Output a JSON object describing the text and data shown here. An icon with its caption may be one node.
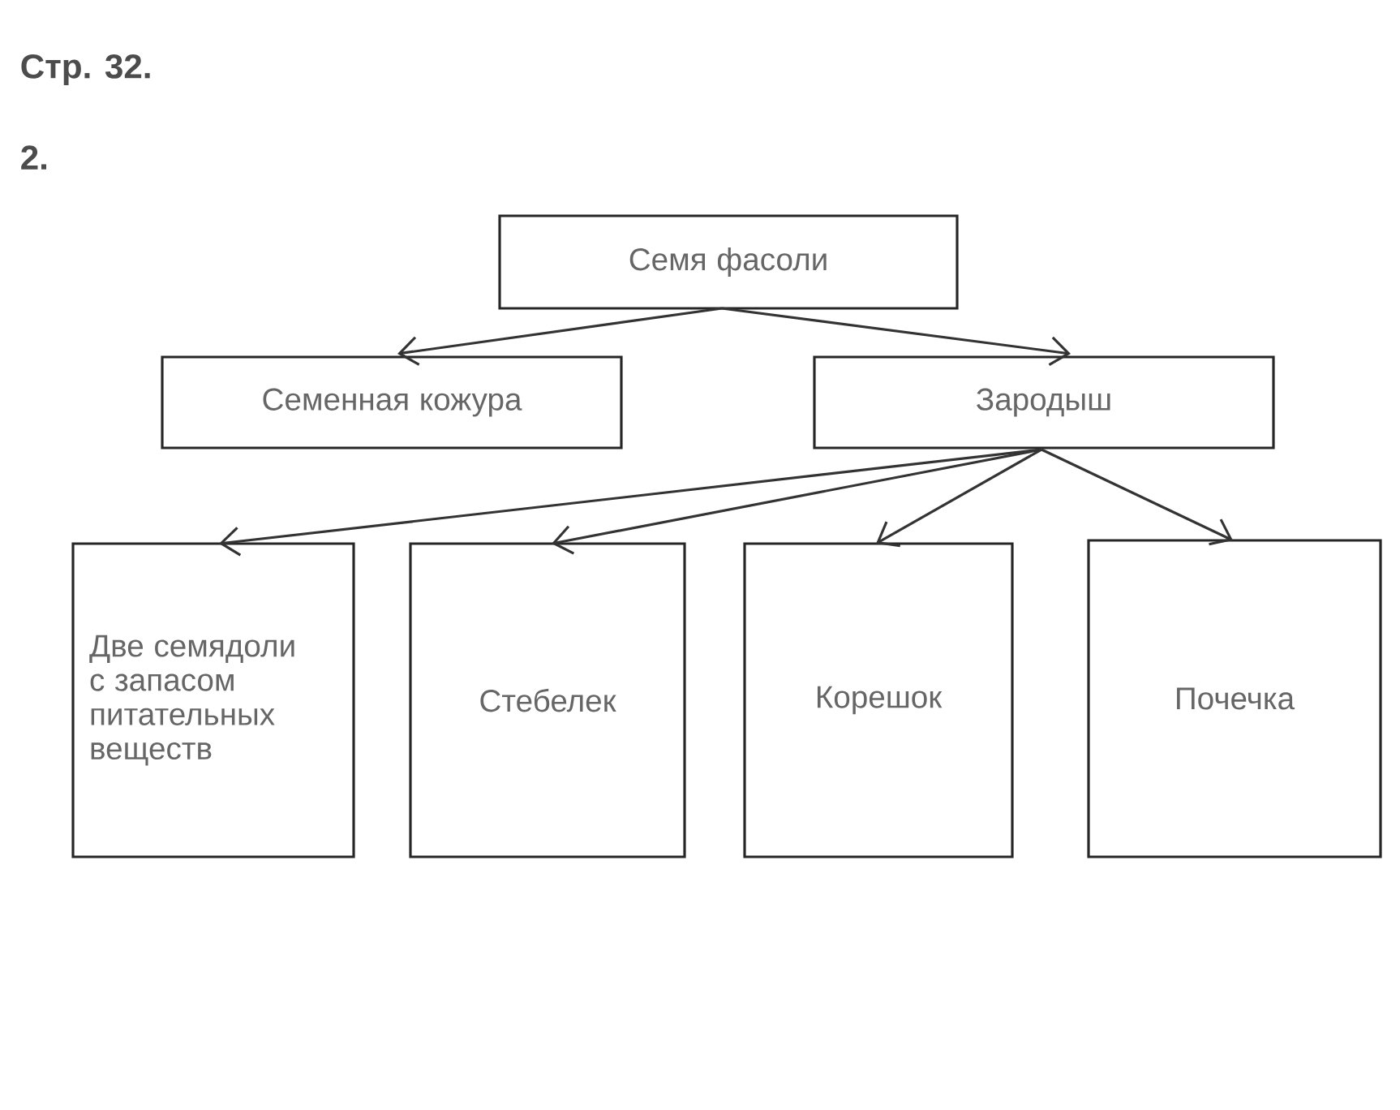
{
  "diagram": {
    "nodes": [
      {
        "text": [
          "Семя фасоли"
        ]
      },
      {
        "text": [
          "Семенная кожура"
        ]
      },
      {
        "text": [
          "Зародыш"
        ]
      },
      {
        "text": [
          "Две семядоли с запасом питательных веществ"
        ]
      },
      {
        "text": [
          "Стебелек"
        ]
      },
      {
        "text": [
          "Корешок"
        ]
      },
      {
        "text": [
          "Почечка"
        ]
      }
    ],
    "edges": [
      {
        "from": 0,
        "to": 1,
        "arrow": "to"
      },
      {
        "from": 0,
        "to": 2,
        "arrow": "to"
      },
      {
        "from": 2,
        "to": 3,
        "arrow": "to"
      },
      {
        "from": 2,
        "to": 4,
        "arrow": "to"
      },
      {
        "from": 2,
        "to": 5,
        "arrow": "to"
      },
      {
        "from": 2,
        "to": 6,
        "arrow": "to"
      }
    ],
    "labels": [
      "Стр. 32.",
      "2."
    ]
  }
}
